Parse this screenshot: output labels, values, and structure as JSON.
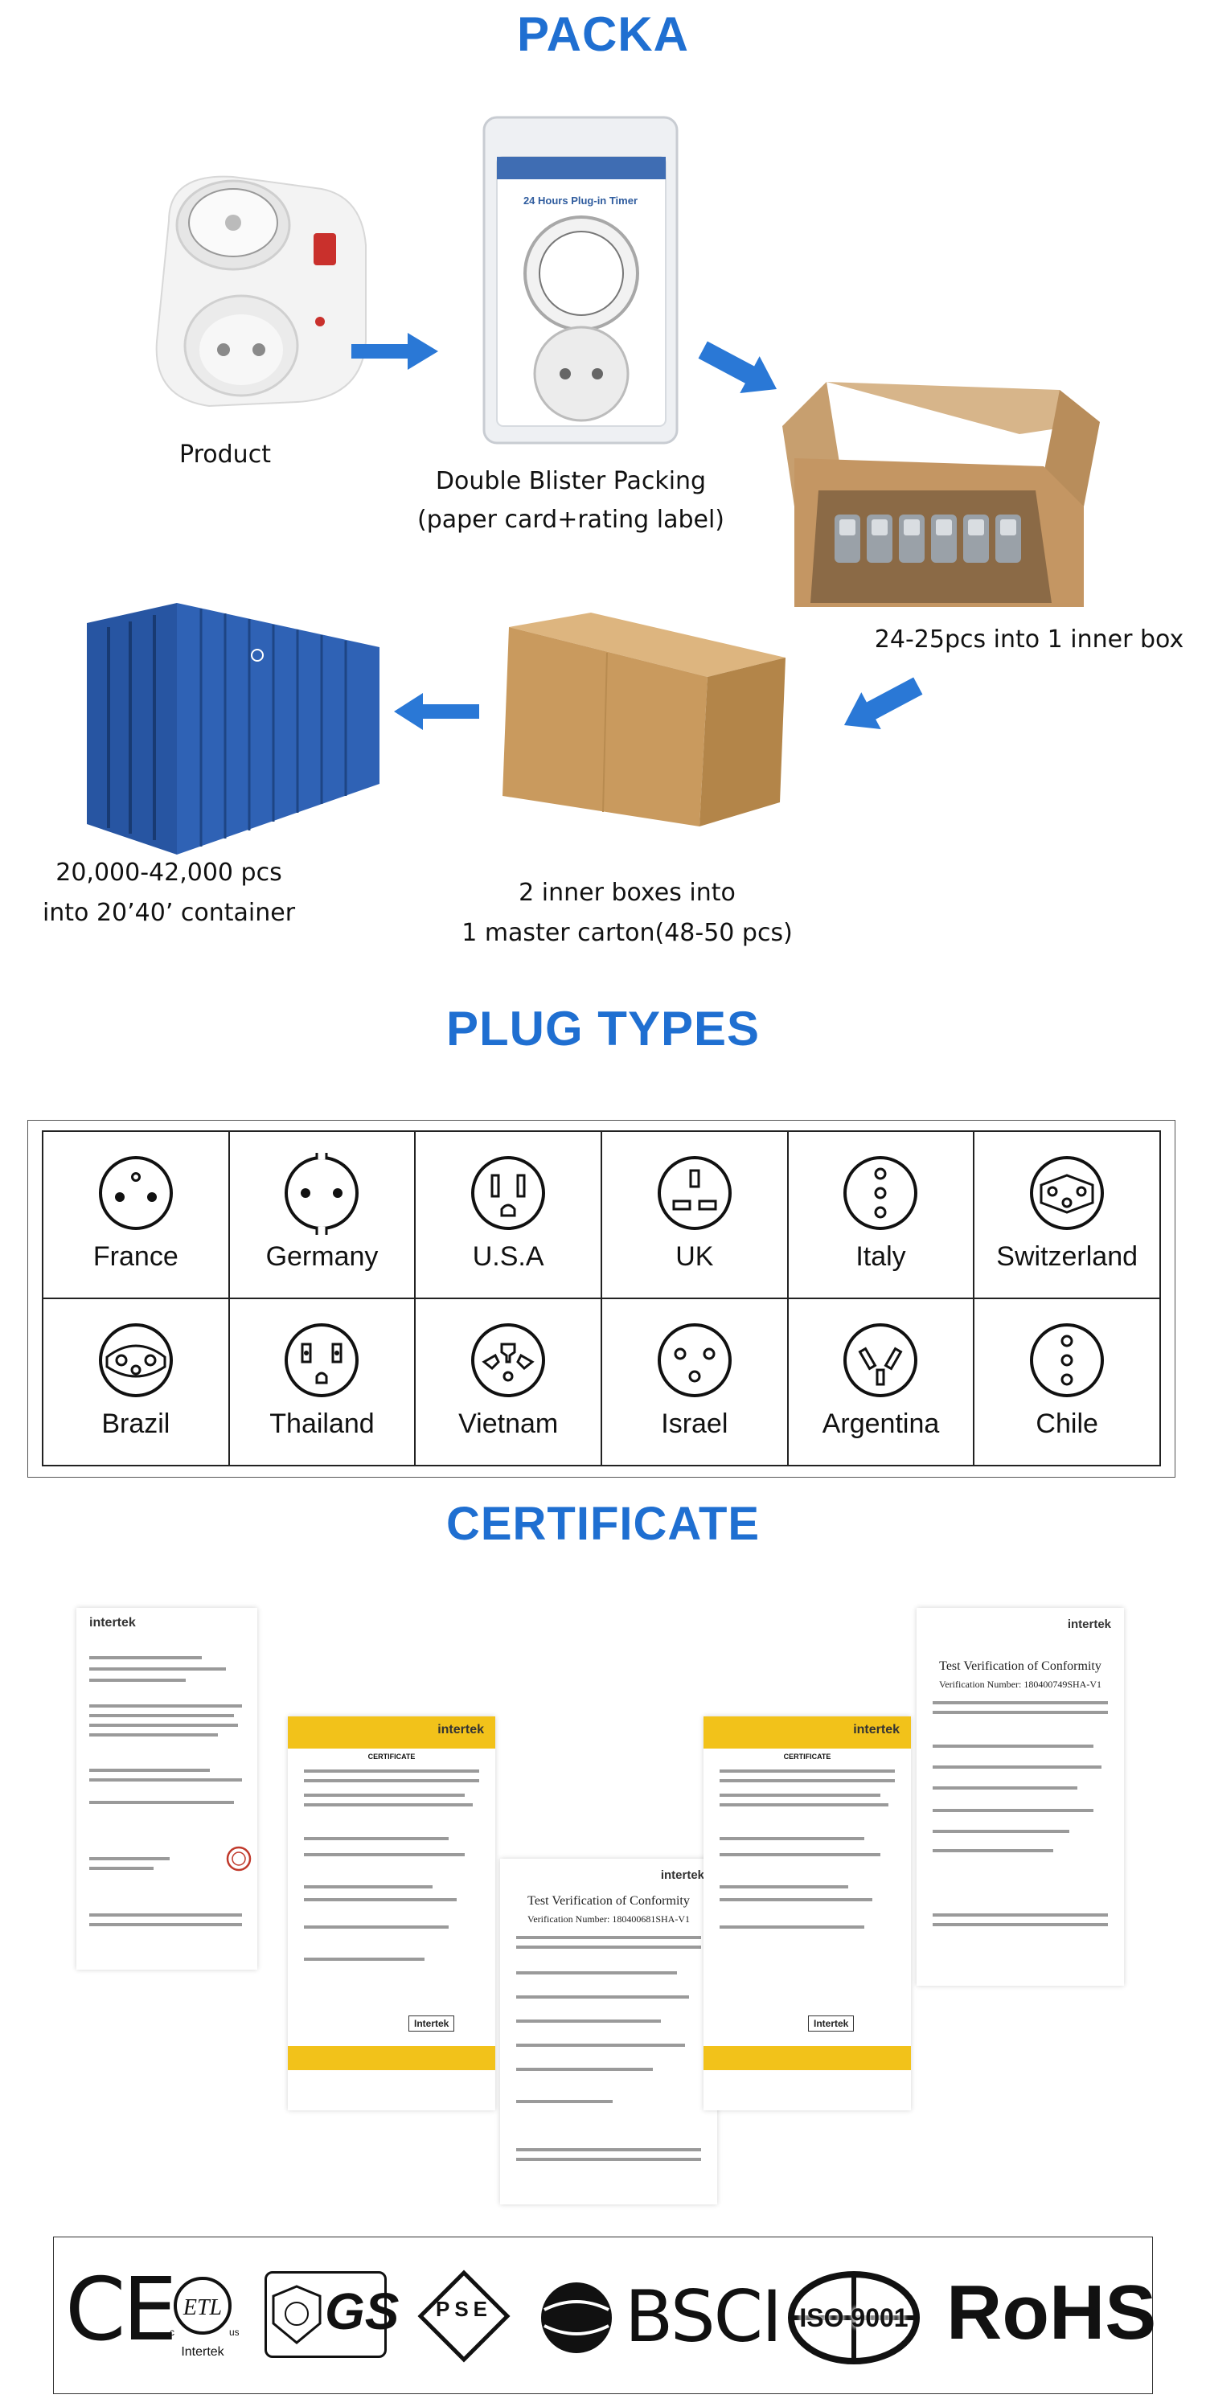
{
  "sections": {
    "packing_title": "PACKA",
    "plug_types_title": "PLUG  TYPES",
    "certificate_title": "CERTIFICATE"
  },
  "packing": {
    "product_label": "Product",
    "blister_line1": "Double Blister Packing",
    "blister_line2": "(paper card+rating label)",
    "blister_card_title": "24 Hours Plug-in Timer",
    "inner_box_label": "24-25pcs into 1 inner box",
    "master_line1": "2 inner boxes into",
    "master_line2": "1 master carton(48-50 pcs)",
    "container_line1": "20,000-42,000 pcs",
    "container_line2": "into 20’40’ container"
  },
  "plug_types": [
    {
      "label": "France",
      "icon": "france-plug-icon"
    },
    {
      "label": "Germany",
      "icon": "germany-plug-icon"
    },
    {
      "label": "U.S.A",
      "icon": "usa-plug-icon"
    },
    {
      "label": "UK",
      "icon": "uk-plug-icon"
    },
    {
      "label": "Italy",
      "icon": "italy-plug-icon"
    },
    {
      "label": "Switzerland",
      "icon": "switzerland-plug-icon"
    },
    {
      "label": "Brazil",
      "icon": "brazil-plug-icon"
    },
    {
      "label": "Thailand",
      "icon": "thailand-plug-icon"
    },
    {
      "label": "Vietnam",
      "icon": "vietnam-plug-icon"
    },
    {
      "label": "Israel",
      "icon": "israel-plug-icon"
    },
    {
      "label": "Argentina",
      "icon": "argentina-plug-icon"
    },
    {
      "label": "Chile",
      "icon": "chile-plug-icon"
    }
  ],
  "certificates": {
    "brand": "intertek",
    "cert_heading": "CERTIFICATE",
    "verification_title": "Test Verification of Conformity",
    "verification_number_1": "Verification Number: 180400749SHA-V1",
    "verification_number_2": "Verification Number: 180400681SHA-V1",
    "gs_mark_label": "Intertek"
  },
  "logos": {
    "ce": "CE",
    "etl_sub": "Intertek",
    "gs": "GS",
    "pse": "PSE",
    "bsci": "BSCI",
    "iso": "ISO 9001",
    "rohs": "RoHS"
  },
  "colors": {
    "heading_blue": "#1f6fd1",
    "arrow_blue": "#2a78d6",
    "cert_yellow": "#f2c21a",
    "carton_brown": "#c99a5e"
  }
}
